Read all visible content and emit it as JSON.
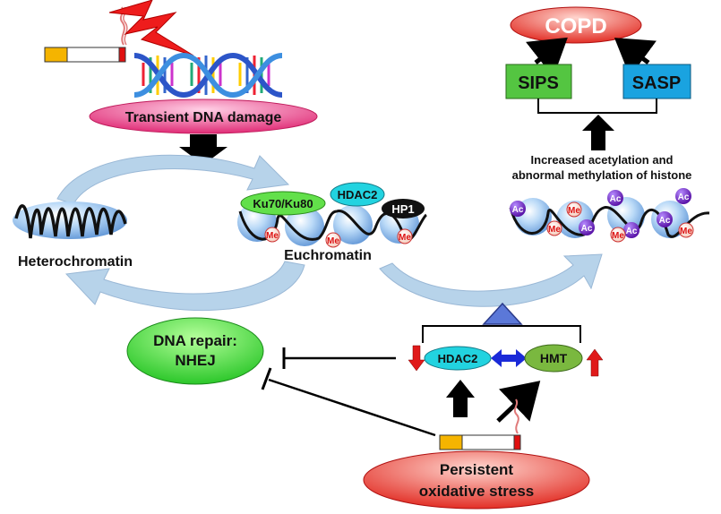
{
  "top": {
    "dna_damage_label": "Transient DNA damage",
    "copd_label": "COPD",
    "sips_label": "SIPS",
    "sasp_label": "SASP",
    "histone_caption_line1": "Increased acetylation and",
    "histone_caption_line2": "abnormal methylation of histone"
  },
  "chromatin": {
    "heterochromatin_label": "Heterochromatin",
    "euchromatin_label": "Euchromatin",
    "ku_label": "Ku70/Ku80",
    "hdac2_label": "HDAC2",
    "hp1_label": "HP1",
    "me_mark": "Me",
    "ac_mark": "Ac"
  },
  "repair": {
    "label_line1": "DNA repair:",
    "label_line2": "NHEJ"
  },
  "enzymes": {
    "hdac2_label": "HDAC2",
    "hmt_label": "HMT"
  },
  "stress": {
    "label_line1": "Persistent",
    "label_line2": "oxidative stress"
  },
  "colors": {
    "copd": "#ee2a1a",
    "sips": "#54c541",
    "sasp": "#1aa3e0",
    "dna_damage_ellipse": "#e63b7a",
    "repair_ellipse": "#2fd12f",
    "stress_ellipse": "#e02a2a",
    "hdac2": "#22d3e0",
    "hmt": "#7ab83f",
    "ku": "#62e04a",
    "acetyl": "#6a1fb0",
    "arrow_light": "#b7d3ea",
    "down_arrow": "#e01a1a",
    "double_arrow": "#1a2ad8"
  }
}
